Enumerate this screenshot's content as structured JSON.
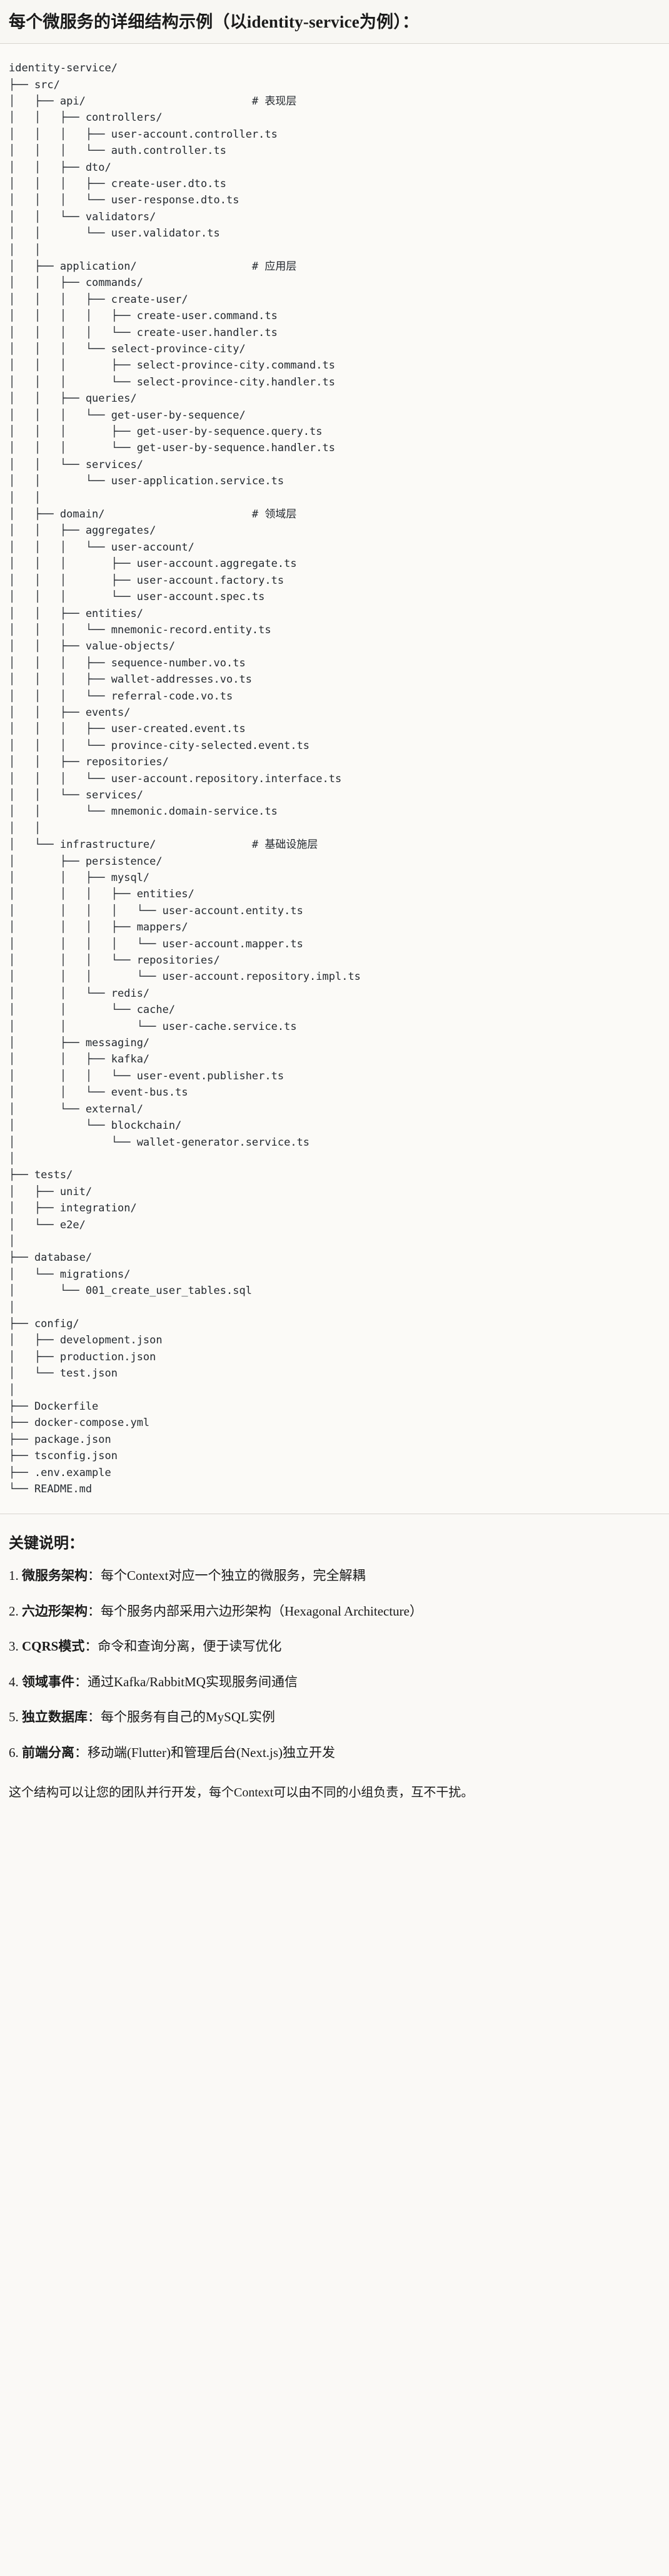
{
  "header": {
    "title": "每个微服务的详细结构示例（以identity-service为例）："
  },
  "tree": {
    "root": "identity-service/",
    "text": "identity-service/\n├── src/\n│   ├── api/                          # 表现层\n│   │   ├── controllers/\n│   │   │   ├── user-account.controller.ts\n│   │   │   └── auth.controller.ts\n│   │   ├── dto/\n│   │   │   ├── create-user.dto.ts\n│   │   │   └── user-response.dto.ts\n│   │   └── validators/\n│   │       └── user.validator.ts\n│   │\n│   ├── application/                  # 应用层\n│   │   ├── commands/\n│   │   │   ├── create-user/\n│   │   │   │   ├── create-user.command.ts\n│   │   │   │   └── create-user.handler.ts\n│   │   │   └── select-province-city/\n│   │   │       ├── select-province-city.command.ts\n│   │   │       └── select-province-city.handler.ts\n│   │   ├── queries/\n│   │   │   └── get-user-by-sequence/\n│   │   │       ├── get-user-by-sequence.query.ts\n│   │   │       └── get-user-by-sequence.handler.ts\n│   │   └── services/\n│   │       └── user-application.service.ts\n│   │\n│   ├── domain/                       # 领域层\n│   │   ├── aggregates/\n│   │   │   └── user-account/\n│   │   │       ├── user-account.aggregate.ts\n│   │   │       ├── user-account.factory.ts\n│   │   │       └── user-account.spec.ts\n│   │   ├── entities/\n│   │   │   └── mnemonic-record.entity.ts\n│   │   ├── value-objects/\n│   │   │   ├── sequence-number.vo.ts\n│   │   │   ├── wallet-addresses.vo.ts\n│   │   │   └── referral-code.vo.ts\n│   │   ├── events/\n│   │   │   ├── user-created.event.ts\n│   │   │   └── province-city-selected.event.ts\n│   │   ├── repositories/\n│   │   │   └── user-account.repository.interface.ts\n│   │   └── services/\n│   │       └── mnemonic.domain-service.ts\n│   │\n│   └── infrastructure/               # 基础设施层\n│       ├── persistence/\n│       │   ├── mysql/\n│       │   │   ├── entities/\n│       │   │   │   └── user-account.entity.ts\n│       │   │   ├── mappers/\n│       │   │   │   └── user-account.mapper.ts\n│       │   │   └── repositories/\n│       │   │       └── user-account.repository.impl.ts\n│       │   └── redis/\n│       │       └── cache/\n│       │           └── user-cache.service.ts\n│       ├── messaging/\n│       │   ├── kafka/\n│       │   │   └── user-event.publisher.ts\n│       │   └── event-bus.ts\n│       └── external/\n│           └── blockchain/\n│               └── wallet-generator.service.ts\n│\n├── tests/\n│   ├── unit/\n│   ├── integration/\n│   └── e2e/\n│\n├── database/\n│   └── migrations/\n│       └── 001_create_user_tables.sql\n│\n├── config/\n│   ├── development.json\n│   ├── production.json\n│   └── test.json\n│\n├── Dockerfile\n├── docker-compose.yml\n├── package.json\n├── tsconfig.json\n├── .env.example\n└── README.md",
    "comments": [
      {
        "path": "api/",
        "label": "# 表现层"
      },
      {
        "path": "application/",
        "label": "# 应用层"
      },
      {
        "path": "domain/",
        "label": "# 领域层"
      },
      {
        "path": "infrastructure/",
        "label": "# 基础设施层"
      }
    ]
  },
  "notes": {
    "heading": "关键说明：",
    "items": [
      {
        "num": "1.",
        "term": "微服务架构",
        "sep": "：",
        "desc": "每个Context对应一个独立的微服务，完全解耦"
      },
      {
        "num": "2.",
        "term": "六边形架构",
        "sep": "：",
        "desc": "每个服务内部采用六边形架构（Hexagonal Architecture）"
      },
      {
        "num": "3.",
        "term": "CQRS模式",
        "sep": "：",
        "desc": "命令和查询分离，便于读写优化"
      },
      {
        "num": "4.",
        "term": "领域事件",
        "sep": "：",
        "desc": "通过Kafka/RabbitMQ实现服务间通信"
      },
      {
        "num": "5.",
        "term": "独立数据库",
        "sep": "：",
        "desc": "每个服务有自己的MySQL实例"
      },
      {
        "num": "6.",
        "term": "前端分离",
        "sep": "：",
        "desc": "移动端(Flutter)和管理后台(Next.js)独立开发"
      }
    ],
    "closing": "这个结构可以让您的团队并行开发，每个Context可以由不同的小组负责，互不干扰。"
  },
  "colors": {
    "page_bg": "#faf9f6",
    "header_bg": "#f8f7f3",
    "tree_bg": "#fbfaf7",
    "divider": "#d8d6cf",
    "text": "#1a1a1a",
    "code_text": "#24292f"
  }
}
